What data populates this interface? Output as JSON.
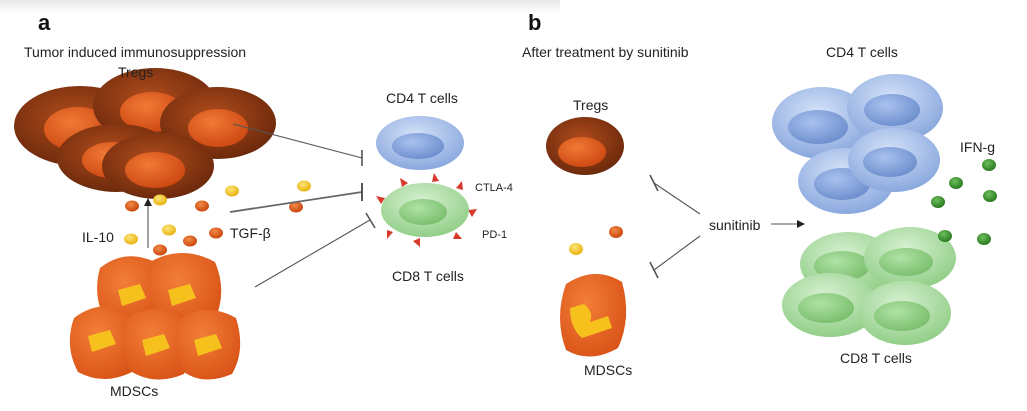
{
  "panels": [
    {
      "letter": "a",
      "caption": "Tumor induced immunosuppression"
    },
    {
      "letter": "b",
      "caption": "After treatment by sunitinib"
    }
  ],
  "panel_a": {
    "tregs_label": "Tregs",
    "il10_label": "IL-10",
    "tgfb_label": "TGF-β",
    "mdscs_label": "MDSCs",
    "cd4_label": "CD4 T cells",
    "cd8_label": "CD8 T cells",
    "ctla4_label": "CTLA-4",
    "pd1_label": "PD-1"
  },
  "panel_b": {
    "tregs_label": "Tregs",
    "mdscs_label": "MDSCs",
    "drug_label": "sunitinib",
    "cd4_label": "CD4 T cells",
    "cd8_label": "CD8 T cells",
    "ifng_label": "IFN-g"
  },
  "colors": {
    "treg_outer": "#8b3a14",
    "treg_inner": "#e4571d",
    "mdsc": "#ec6a22",
    "mdsc_nucleus": "#f5c21f",
    "cd4": "#9db7e6",
    "cd8": "#a8d9a0",
    "il10_dot": "#f2c417",
    "tgfb_dot": "#d9531a",
    "ifng_dot": "#3a8c2e",
    "ctla4": "#d8392a"
  }
}
